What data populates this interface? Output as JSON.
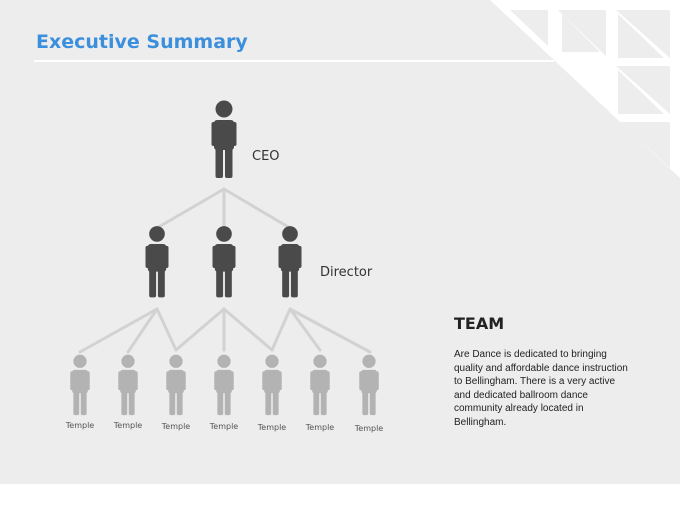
{
  "slide": {
    "title": "Executive Summary",
    "accent_color": "#3c8fdd"
  },
  "org_chart": {
    "ceo": {
      "label": "CEO",
      "count": 1
    },
    "director": {
      "label": "Director",
      "count": 3
    },
    "temples": [
      {
        "label": "Temple"
      },
      {
        "label": "Temple"
      },
      {
        "label": "Temple"
      },
      {
        "label": "Temple"
      },
      {
        "label": "Temple"
      },
      {
        "label": "Temple"
      },
      {
        "label": "Temple"
      }
    ],
    "colors": {
      "dark_figure": "#4a4a4a",
      "light_figure": "#b3b3b3",
      "connector": "#d2d2d2"
    }
  },
  "team": {
    "heading": "TEAM",
    "body": "Are Dance is dedicated to bringing quality and affordable dance instruction to Bellingham. There is a very active and dedicated ballroom dance community already located in Bellingham."
  }
}
